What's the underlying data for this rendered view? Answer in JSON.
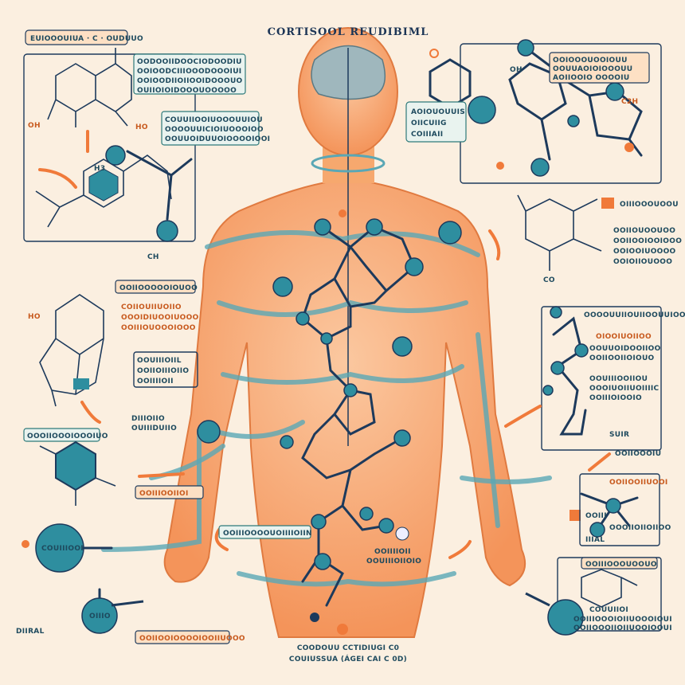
{
  "title": "CORTISOOL REUDIBIML",
  "caption": {
    "line1": "COODOUU CCTIDIUGI C0",
    "line2": "COUIUSSUA (ÁGEI CAI C 0D)"
  },
  "labels": {
    "top_left_tag": "EUIOOOUIUA · C · OUDUUO",
    "tl_box": [
      "OODOOIIDOOCIODOODIU",
      "OOIOODCIIIOOODOOOIUI",
      "OOIOODIIOIIOOIDOOOUO",
      "OUIIOIOIDOOOUOOOOO"
    ],
    "teal_box": [
      "COUUIIOOIUOOOUUIOU",
      "OOOOUUICIOIUOOOIOO",
      "OOUUOIDUUOIOOOOIOOI"
    ],
    "center_box": [
      "AOIOUOUUIS",
      "OIICUIIG",
      "COIIIAII"
    ],
    "tr_box": [
      "OOIOOOUOOIOUU",
      "OOUUAOIOIOOOUU",
      "AOIIOOIO OOOOIU"
    ],
    "right_tag": "OIIIOOOUOOU",
    "right_list": [
      "OOIIOUOOUOO",
      "OOIIOOIOOIOOO",
      "OOIOOIUOOOO",
      "OOIOIIOUOOO"
    ],
    "right_frame": [
      "OOOOUUIIOUIIOOUUIOO",
      "OIOOIUOIIOO",
      "OOUUOIDOOIIOO",
      "OOIIOOIIOIOUO",
      "OOUIIIOOIIOU",
      "OOOIUOIIUOIIIIC",
      "OOIIIOIOOIO",
      "SUIR"
    ],
    "left_mid_tag": "OOIIOOOOOIOUOO",
    "left_mid_box": [
      "COIIOUIIUOIIO",
      "OOOIDIUOOIUOOO",
      "OOIIIOUOOOIOOO"
    ],
    "left_box2": [
      "OOUIIIOIIL",
      "OOIIOIIIOIIO",
      "OOIIIIOII"
    ],
    "left_teal_tag": "OOOIIOOOIOOOIUO",
    "left_small": [
      "DIIIOIIO",
      "OUIIIDUIIO"
    ],
    "left_orange": "OOIIIOOIIOI",
    "left_ball": "COUIIIOOI",
    "left_ball2": "OIIIO",
    "bottom_left_tag": "OOIIOOIOOOOIOOIIUOOO",
    "bottom_left_small": "DIIRAL",
    "center_low_tag": "OOIIIOOOOUOIIIIOIIN",
    "center_mid": [
      "OOIIIIOII",
      "OOUIIIOIIOIO"
    ],
    "br_tag": "OOIIIOOOUOOUO",
    "br_box": [
      "COUUIIOI",
      "OOIIIOOOIOIIUOOOIOUI",
      "OOIIOOOIIOIIUOOIOOUI"
    ],
    "rb_labels": [
      "OOIIOOOIU",
      "OOIIOOIIUOOI",
      "OOOIIOIIOIIOO",
      "OOIII",
      "IIIAL"
    ],
    "chem": [
      "OH",
      "HO",
      "CH",
      "C2H",
      "H3",
      "CO"
    ]
  },
  "colors": {
    "accent_orange": "#f07a3a",
    "teal": "#2e8e9f",
    "navy": "#1d3a5c",
    "skin": "#f6a26a",
    "background": "#fbefe0"
  }
}
